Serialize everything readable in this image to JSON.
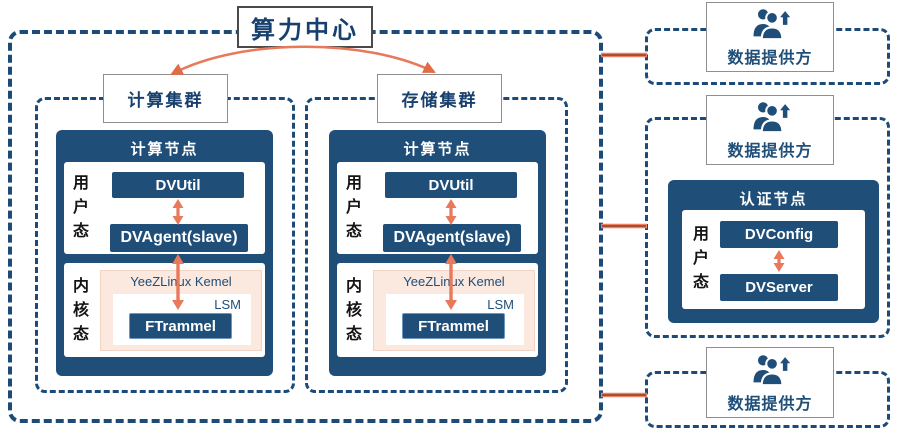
{
  "title": "算力中心",
  "clusters": [
    {
      "label": "计算集群",
      "node": {
        "title": "计算节点",
        "user_mode_label": "用户态",
        "kernel_mode_label": "内核态",
        "util": "DVUtil",
        "agent": "DVAgent(slave)",
        "kernel_name": "YeeZLinux Kemel",
        "lsm": "LSM",
        "module": "FTrammel"
      }
    },
    {
      "label": "存储集群",
      "node": {
        "title": "计算节点",
        "user_mode_label": "用户态",
        "kernel_mode_label": "内核态",
        "util": "DVUtil",
        "agent": "DVAgent(slave)",
        "kernel_name": "YeeZLinux Kemel",
        "lsm": "LSM",
        "module": "FTrammel"
      }
    }
  ],
  "auth": {
    "title": "认证节点",
    "user_mode_label": "用户态",
    "config": "DVConfig",
    "server": "DVServer"
  },
  "providers": [
    {
      "label": "数据提供方"
    },
    {
      "label": "数据提供方"
    },
    {
      "label": "数据提供方"
    }
  ],
  "icons": {
    "provider": "users-upload-icon"
  },
  "colors": {
    "primary_blue": "#1F4E79",
    "dashed_border": "#1C4B7A",
    "text_navy": "#17406E",
    "arrow_orange": "#E8795A",
    "connector_core": "#7E2F1D",
    "kernel_bg": "#FBE8DE"
  }
}
